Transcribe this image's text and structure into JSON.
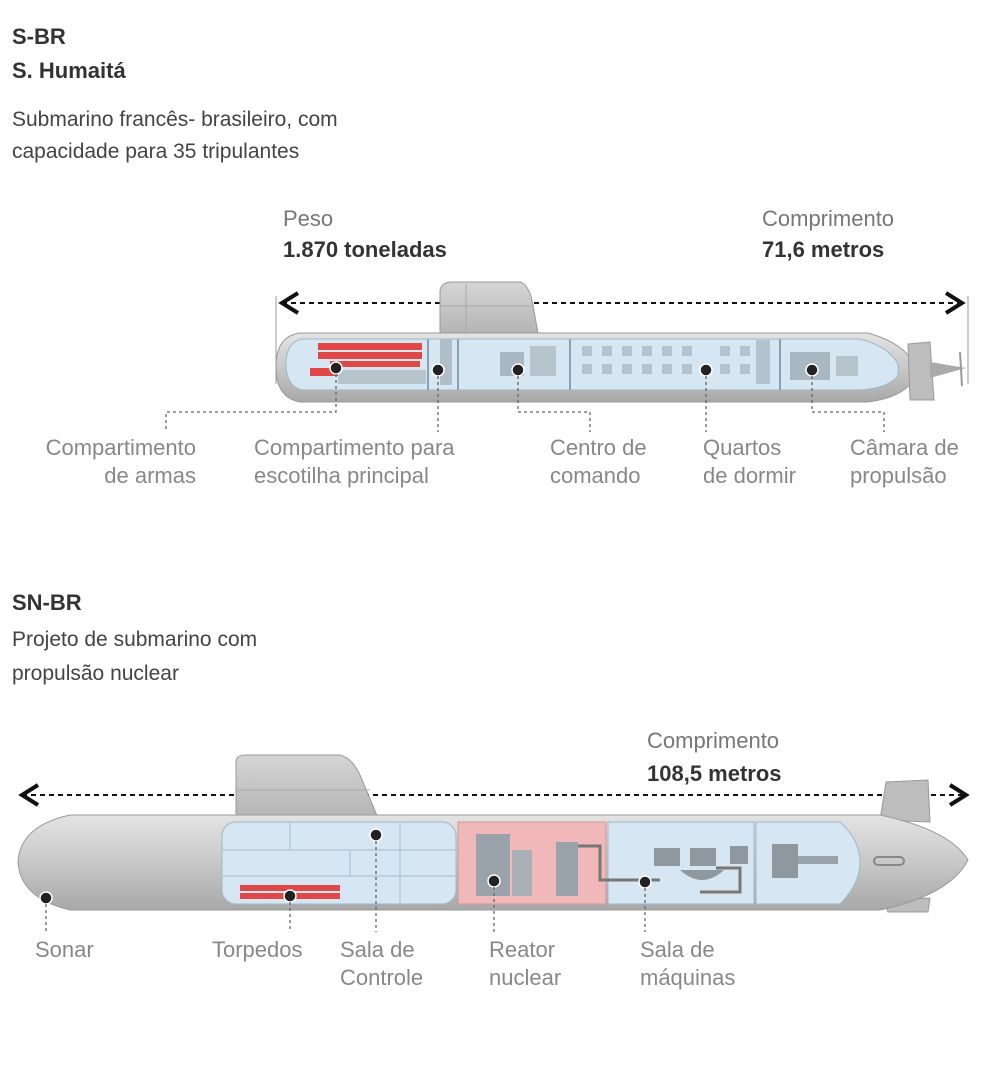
{
  "sub1": {
    "code": "S-BR",
    "name": "S. Humaitá",
    "desc1": "Submarino francês- brasileiro, com",
    "desc2": "capacidade para 35 tripulantes",
    "peso_label": "Peso",
    "peso_value": "1.870 toneladas",
    "comp_label": "Comprimento",
    "comp_value": "71,6 metros",
    "labels": [
      "Compartimento\nde armas",
      "Compartimento para\nescotilha principal",
      "Centro de\ncomando",
      "Quartos\nde dormir",
      "Câmara de\npropulsão"
    ]
  },
  "sub2": {
    "code": "SN-BR",
    "desc1": "Projeto de submarino com",
    "desc2": "propulsão nuclear",
    "comp_label": "Comprimento",
    "comp_value": "108,5 metros",
    "labels": [
      "Sonar",
      "Torpedos",
      "Sala de\nControle",
      "Reator\nnuclear",
      "Sala de\nmáquinas"
    ]
  },
  "colors": {
    "hull": "#c9c9c9",
    "interior": "#d6e6f2",
    "reactor": "#f0b8b8",
    "torpedo": "#e04848",
    "marker": "#222222"
  }
}
